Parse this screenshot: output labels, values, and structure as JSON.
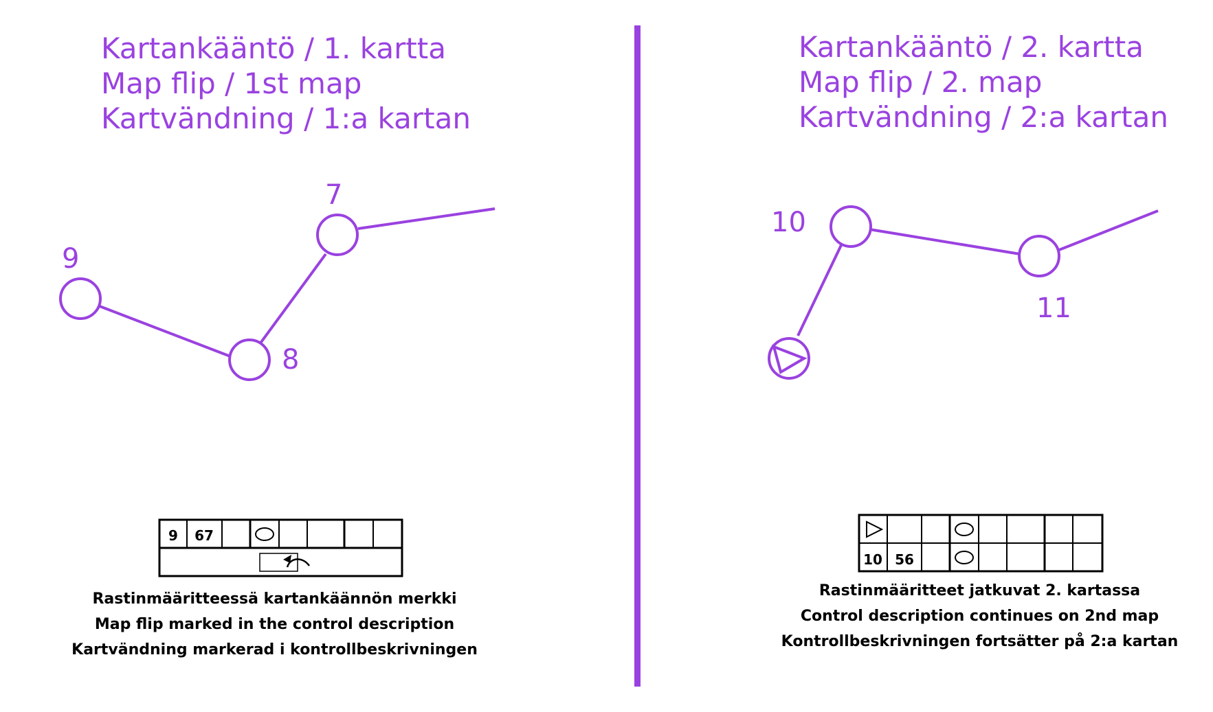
{
  "colors": {
    "accent": "#9a42e0",
    "ink": "#000000",
    "background": "#ffffff"
  },
  "left": {
    "title": [
      "Kartankääntö / 1. kartta",
      "Map flip / 1st map",
      "Kartvändning / 1:a kartan"
    ],
    "controls": [
      {
        "label": "9",
        "symbol": "control-circle"
      },
      {
        "label": "8",
        "symbol": "control-circle"
      },
      {
        "label": "7",
        "symbol": "control-circle"
      }
    ],
    "description": {
      "row1": [
        "9",
        "67",
        "",
        "oval-icon",
        "",
        "",
        "",
        ""
      ],
      "row2_symbol": "map-flip-icon"
    },
    "caption": [
      "Rastinmääritteessä kartankäännön merkki",
      "Map flip marked in the control description",
      "Kartvändning markerad i kontrollbeskrivningen"
    ]
  },
  "right": {
    "title": [
      "Kartankääntö / 2. kartta",
      "Map flip / 2. map",
      "Kartvändning / 2:a kartan"
    ],
    "controls": [
      {
        "label": "",
        "symbol": "start-triangle"
      },
      {
        "label": "10",
        "symbol": "control-circle"
      },
      {
        "label": "11",
        "symbol": "control-circle"
      }
    ],
    "description": {
      "row1": [
        "start-triangle-icon",
        "",
        "",
        "oval-icon",
        "",
        "",
        "",
        ""
      ],
      "row2": [
        "10",
        "56",
        "",
        "oval-icon",
        "",
        "",
        "",
        ""
      ]
    },
    "caption": [
      "Rastinmääritteet jatkuvat 2. kartassa",
      "Control description continues on 2nd map",
      "Kontrollbeskrivningen fortsätter på 2:a kartan"
    ]
  }
}
